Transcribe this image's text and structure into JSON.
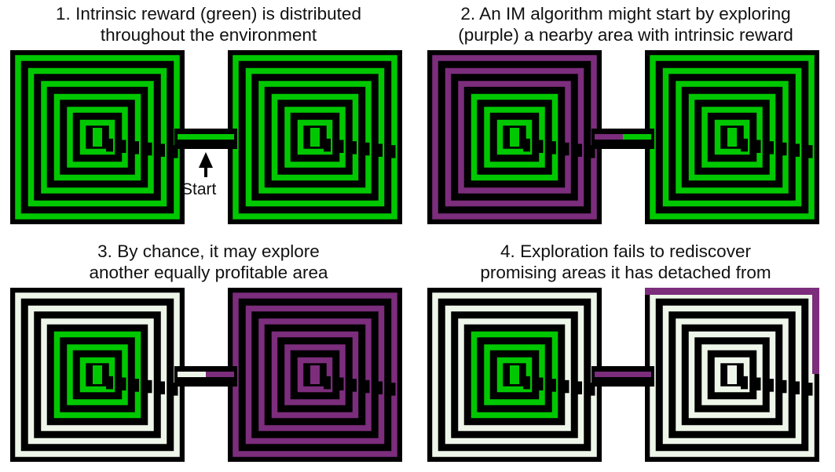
{
  "colors": {
    "wall": "#000000",
    "green": "#00c800",
    "purple": "#7c2d7c",
    "faded": "#eef6ea"
  },
  "panels": [
    {
      "caption": [
        "1. Intrinsic reward (green) is distributed",
        "throughout the environment"
      ],
      "left_state": "green",
      "right_state": "green",
      "corridor": [
        "green",
        "green"
      ],
      "show_start": true
    },
    {
      "caption": [
        "2. An IM algorithm might start by exploring",
        "(purple) a nearby area with intrinsic reward"
      ],
      "left_state": "purple-outer",
      "right_state": "green",
      "corridor": [
        "purple",
        "green"
      ],
      "show_start": false
    },
    {
      "caption": [
        "3. By chance, it may explore",
        "another equally profitable area"
      ],
      "left_state": "faded-outer",
      "right_state": "purple",
      "corridor": [
        "faded",
        "purple"
      ],
      "show_start": false
    },
    {
      "caption": [
        "4. Exploration fails to rediscover",
        "promising areas it has detached from"
      ],
      "left_state": "faded-outer",
      "right_state": "faded-purple-edge",
      "corridor": [
        "purple",
        "purple"
      ],
      "show_start": false
    }
  ],
  "start_label": "Start",
  "arrow_icon": "up-arrow-icon"
}
